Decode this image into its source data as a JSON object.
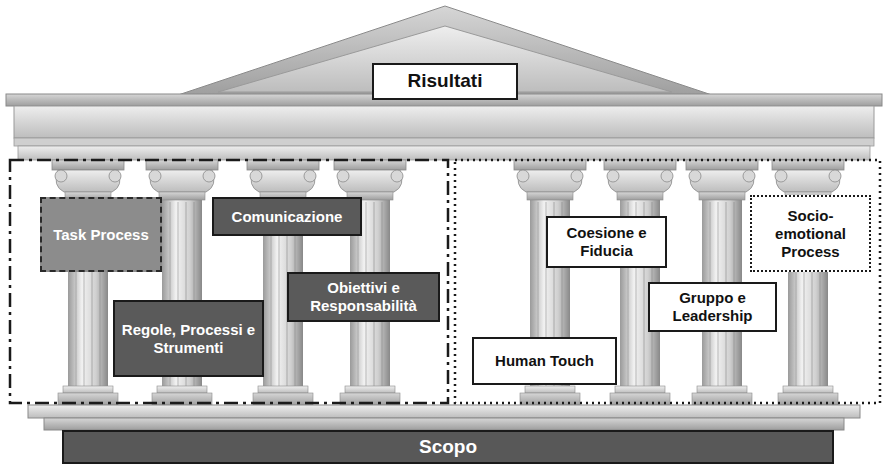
{
  "diagram": {
    "nodes": [
      {
        "text": [
          "Risultati"
        ]
      },
      {
        "text": [
          "Task Process"
        ]
      },
      {
        "text": [
          "Comunicazione"
        ]
      },
      {
        "text": [
          "Regole, Processi e Strumenti"
        ]
      },
      {
        "text": [
          "Obiettivi e Responsabilità"
        ]
      },
      {
        "text": [
          "Coesione e Fiducia"
        ]
      },
      {
        "text": [
          "Socio-emotional Process"
        ]
      },
      {
        "text": [
          "Gruppo e Leadership"
        ]
      },
      {
        "text": [
          "Human Touch"
        ]
      },
      {
        "text": [
          "Scopo"
        ]
      }
    ]
  }
}
